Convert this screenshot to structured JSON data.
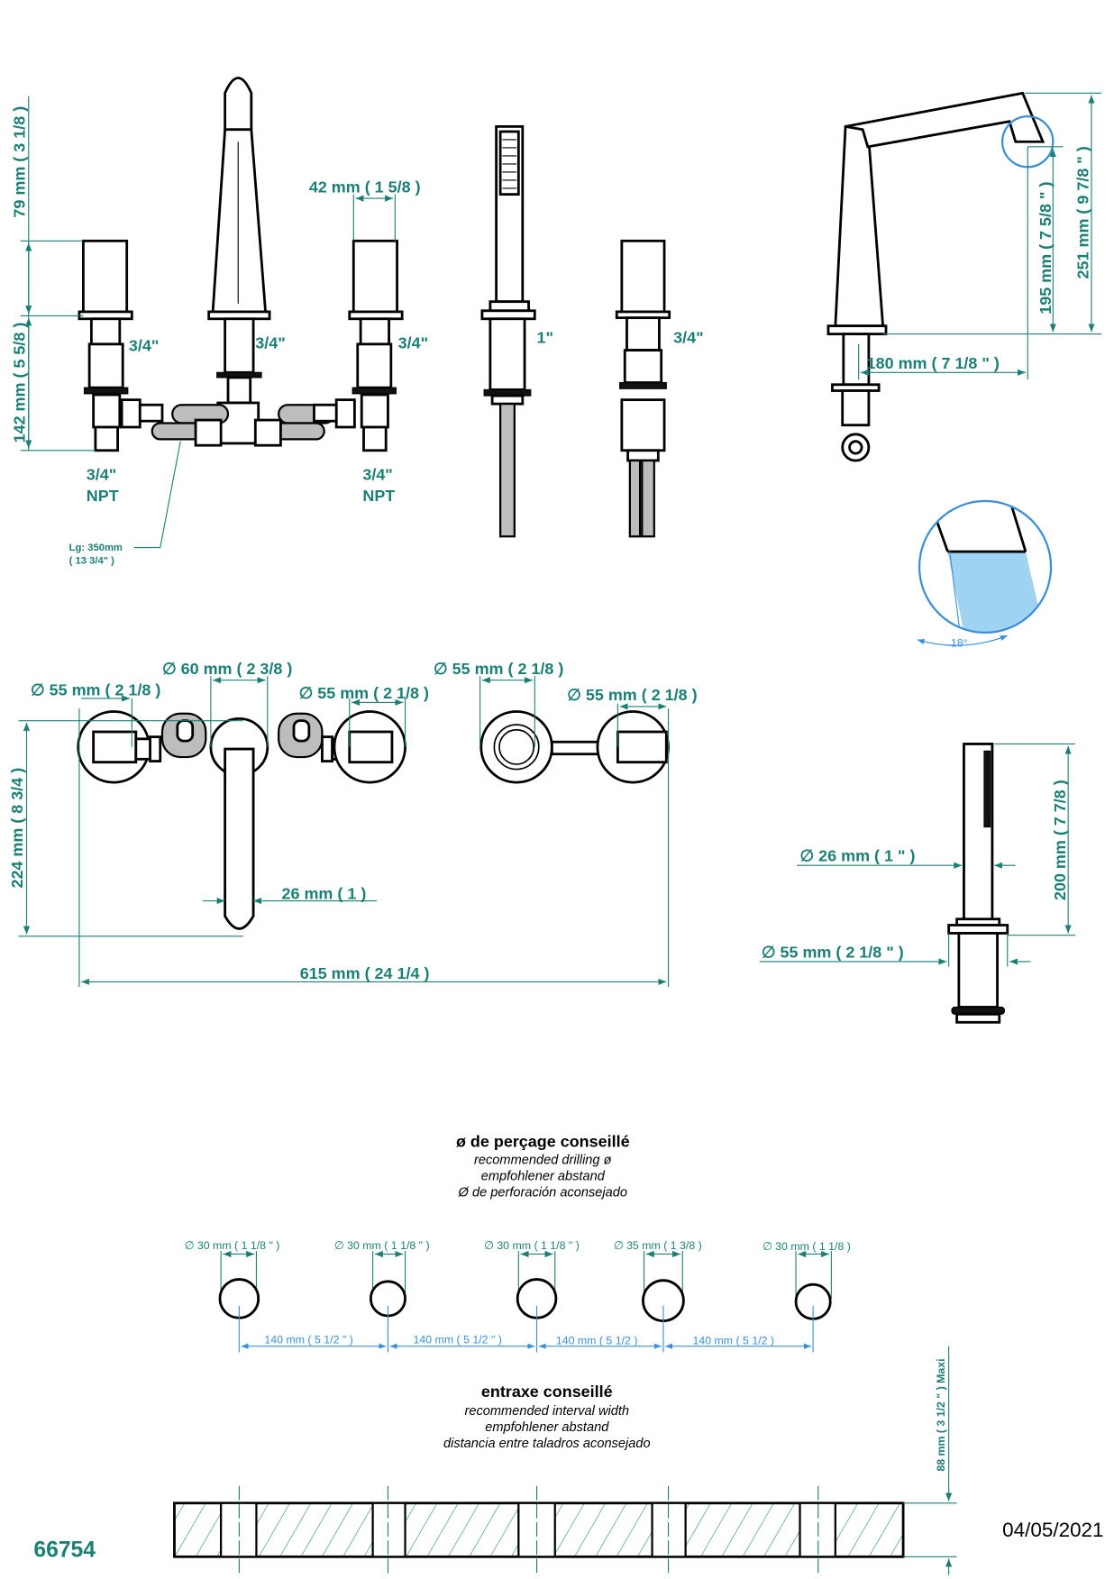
{
  "front_view": {
    "dim_79": "79 mm ( 3 1/8 )",
    "dim_142": "142 mm ( 5 5/8 )",
    "dim_42": "42 mm ( 1 5/8 )",
    "thread_left": "3/4\"",
    "thread_center": "3/4\"",
    "thread_right": "3/4\"",
    "npt_left_size": "3/4\"",
    "npt_left": "NPT",
    "npt_right_size": "3/4\"",
    "npt_right": "NPT",
    "hose_length": "Lg: 350mm",
    "hose_length_in": "( 13 3/4\" )",
    "shower_thread": "1\"",
    "diverter_thread": "3/4\""
  },
  "side_view": {
    "dim_195": "195 mm ( 7 5/8 \" )",
    "dim_251": "251 mm ( 9 7/8 \" )",
    "dim_180": "180 mm ( 7 1/8 \" )",
    "angle": "18°"
  },
  "top_view": {
    "dim_55_left": "∅ 55 mm ( 2 1/8 )",
    "dim_60": "∅ 60 mm ( 2 3/8 )",
    "dim_55_mid": "∅ 55 mm ( 2 1/8 )",
    "dim_55_shower": "∅ 55 mm ( 2 1/8 )",
    "dim_55_right": "∅ 55 mm ( 2 1/8 )",
    "dim_224": "224 mm ( 8 3/4 )",
    "dim_26": "26 mm ( 1 )",
    "dim_615": "615 mm ( 24 1/4 )"
  },
  "shower_view": {
    "dim_26": "∅ 26 mm ( 1 \" )",
    "dim_55": "∅ 55 mm ( 2 1/8 \" )",
    "dim_200": "200 mm ( 7 7/8 )"
  },
  "drilling": {
    "title": "ø de perçage conseillé",
    "subtitle_en": "recommended drilling ø",
    "subtitle_de": "empfohlener abstand",
    "subtitle_es": "Ø de perforación aconsejado",
    "holes": [
      {
        "label": "∅ 30 mm ( 1 1/8 \" )",
        "diameter_mm": 30
      },
      {
        "label": "∅ 30 mm ( 1 1/8 \" )",
        "diameter_mm": 30
      },
      {
        "label": "∅ 30 mm ( 1 1/8 \" )",
        "diameter_mm": 30
      },
      {
        "label": "∅ 35 mm ( 1 3/8 )",
        "diameter_mm": 35
      },
      {
        "label": "∅ 30 mm ( 1 1/8 )",
        "diameter_mm": 30
      }
    ],
    "spacings": [
      "140 mm ( 5 1/2 \" )",
      "140 mm ( 5 1/2 \" )",
      "140 mm ( 5 1/2 )",
      "140 mm ( 5 1/2 )"
    ]
  },
  "interval": {
    "title": "entraxe conseillé",
    "subtitle_en": "recommended interval width",
    "subtitle_de": "empfohlener abstand",
    "subtitle_es": "distancia entre taladros aconsejado",
    "deck_thickness": "88 mm ( 3 1/2 \" )  Maxi"
  },
  "footer": {
    "product_code": "66754",
    "date": "04/05/2021"
  },
  "colors": {
    "dimension": "#1b7f74",
    "detail": "#3a8fd8"
  }
}
